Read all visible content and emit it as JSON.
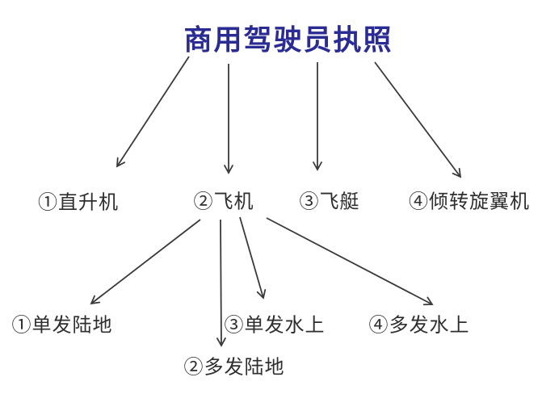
{
  "diagram": {
    "title": "商用驾驶员执照",
    "nodes": {
      "helicopter": "①直升机",
      "airplane": "②飞机",
      "airship": "③飞艇",
      "tiltrotor": "④倾转旋翼机",
      "single_engine_land": "①单发陆地",
      "multi_engine_land": "②多发陆地",
      "single_engine_sea": "③单发水上",
      "multi_engine_sea": "④多发水上"
    },
    "edges": [
      {
        "from": "商用驾驶员执照",
        "to": "①直升机"
      },
      {
        "from": "商用驾驶员执照",
        "to": "②飞机"
      },
      {
        "from": "商用驾驶员执照",
        "to": "③飞艇"
      },
      {
        "from": "商用驾驶员执照",
        "to": "④倾转旋翼机"
      },
      {
        "from": "②飞机",
        "to": "①单发陆地"
      },
      {
        "from": "②飞机",
        "to": "②多发陆地"
      },
      {
        "from": "②飞机",
        "to": "③单发水上"
      },
      {
        "from": "②飞机",
        "to": "④多发水上"
      }
    ],
    "colors": {
      "title": "#2b2b94",
      "text": "#2e2e2e",
      "line": "#3a3a3a",
      "background": "#ffffff"
    }
  }
}
